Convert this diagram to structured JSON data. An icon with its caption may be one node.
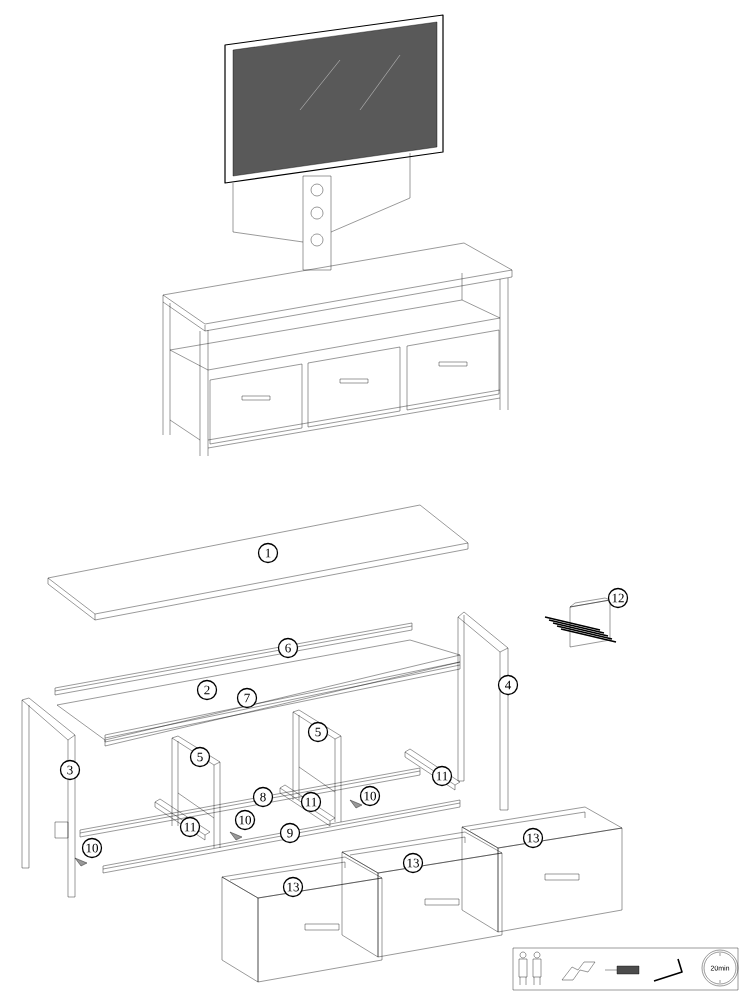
{
  "diagram": {
    "labels": [
      "1",
      "12",
      "6",
      "2",
      "4",
      "7",
      "5",
      "5",
      "3",
      "11",
      "8",
      "10",
      "11",
      "11",
      "10",
      "9",
      "13",
      "10",
      "13",
      "13",
      "20min"
    ]
  }
}
